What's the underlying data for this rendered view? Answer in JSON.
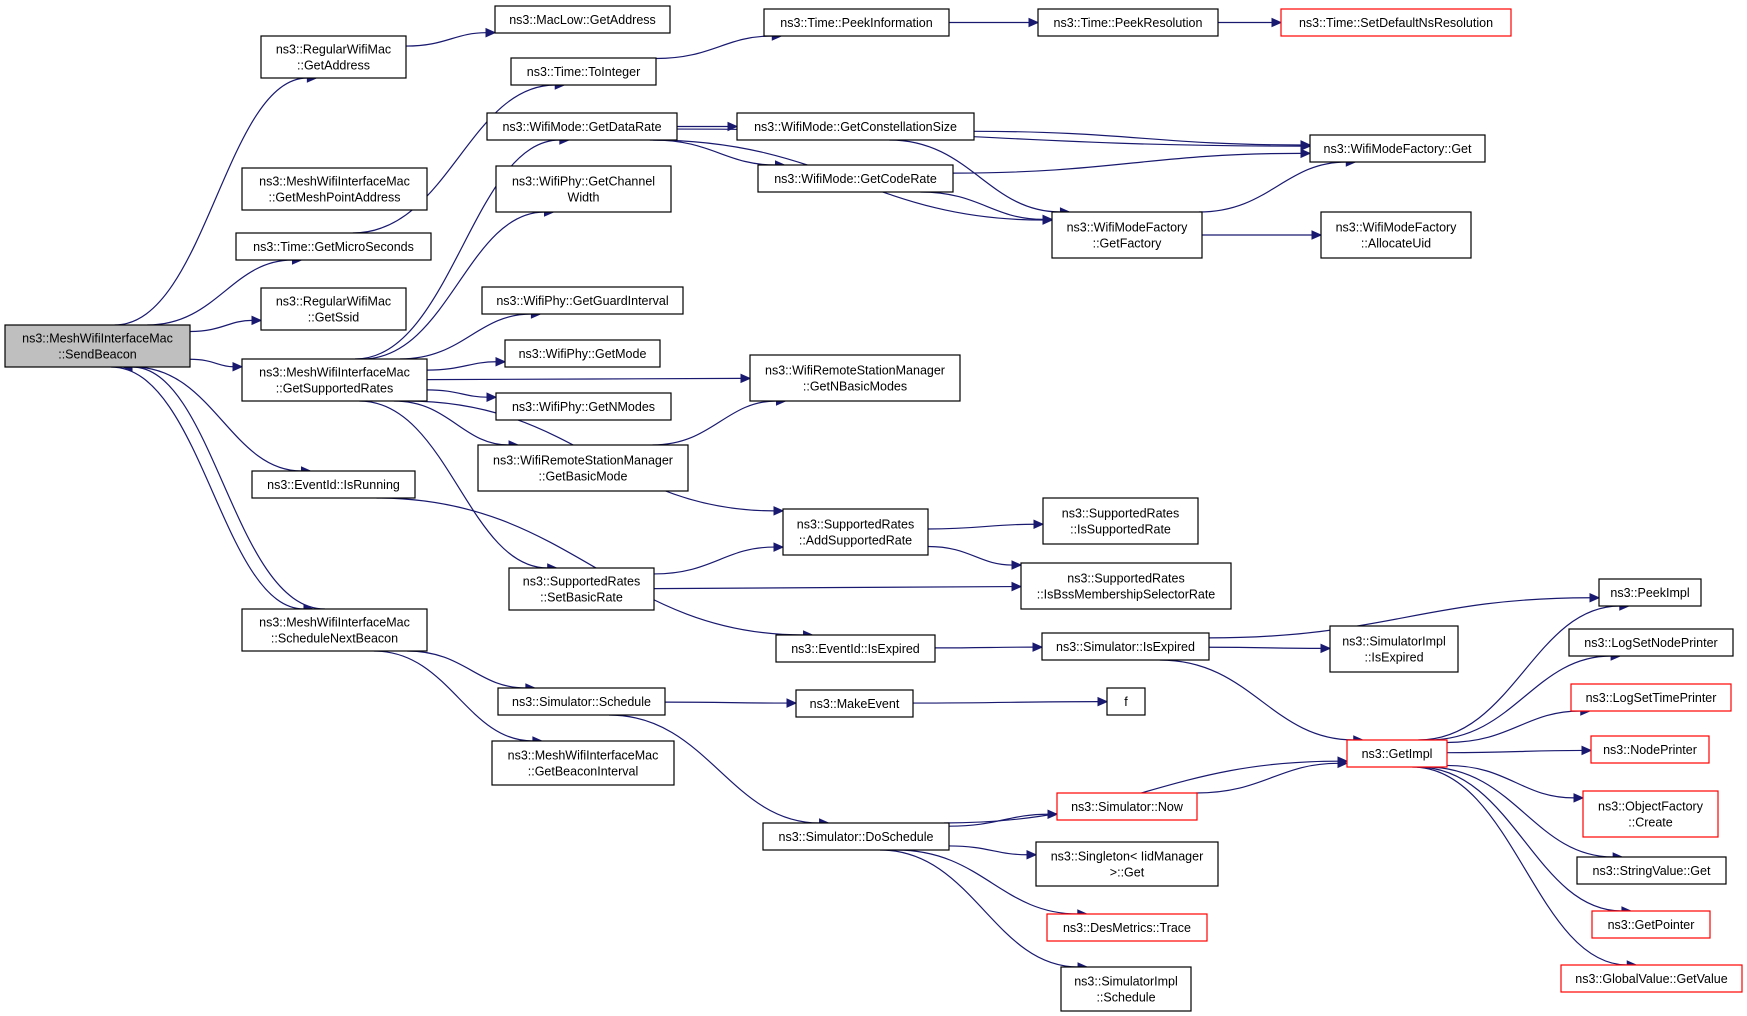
{
  "nodes": [
    {
      "id": "send_beacon",
      "lines": [
        "ns3::MeshWifiInterfaceMac",
        "::SendBeacon"
      ],
      "root": true
    },
    {
      "id": "rwm_getaddress",
      "lines": [
        "ns3::RegularWifiMac",
        "::GetAddress"
      ]
    },
    {
      "id": "maclow_getaddress",
      "lines": [
        "ns3::MacLow::GetAddress"
      ]
    },
    {
      "id": "mesh_getmeshpoint",
      "lines": [
        "ns3::MeshWifiInterfaceMac",
        "::GetMeshPointAddress"
      ]
    },
    {
      "id": "time_getmicro",
      "lines": [
        "ns3::Time::GetMicroSeconds"
      ]
    },
    {
      "id": "time_tointeger",
      "lines": [
        "ns3::Time::ToInteger"
      ]
    },
    {
      "id": "time_peekinfo",
      "lines": [
        "ns3::Time::PeekInformation"
      ]
    },
    {
      "id": "time_peekres",
      "lines": [
        "ns3::Time::PeekResolution"
      ]
    },
    {
      "id": "time_setdefault",
      "lines": [
        "ns3::Time::SetDefaultNsResolution"
      ],
      "truncated": true
    },
    {
      "id": "rwm_getssid",
      "lines": [
        "ns3::RegularWifiMac",
        "::GetSsid"
      ]
    },
    {
      "id": "mesh_getsupported",
      "lines": [
        "ns3::MeshWifiInterfaceMac",
        "::GetSupportedRates"
      ]
    },
    {
      "id": "wifimode_getdatarate",
      "lines": [
        "ns3::WifiMode::GetDataRate"
      ]
    },
    {
      "id": "wifimode_getconst",
      "lines": [
        "ns3::WifiMode::GetConstellationSize"
      ]
    },
    {
      "id": "wifimodefactory_get",
      "lines": [
        "ns3::WifiModeFactory::Get"
      ]
    },
    {
      "id": "wifimode_getcoderate",
      "lines": [
        "ns3::WifiMode::GetCodeRate"
      ]
    },
    {
      "id": "wifimodefactory_getfactory",
      "lines": [
        "ns3::WifiModeFactory",
        "::GetFactory"
      ]
    },
    {
      "id": "wifimodefactory_allocuid",
      "lines": [
        "ns3::WifiModeFactory",
        "::AllocateUid"
      ]
    },
    {
      "id": "wifiphy_getchannelwidth",
      "lines": [
        "ns3::WifiPhy::GetChannel",
        "Width"
      ]
    },
    {
      "id": "wifiphy_getguard",
      "lines": [
        "ns3::WifiPhy::GetGuardInterval"
      ]
    },
    {
      "id": "wifiphy_getmode",
      "lines": [
        "ns3::WifiPhy::GetMode"
      ]
    },
    {
      "id": "wifiphy_getnmodes",
      "lines": [
        "ns3::WifiPhy::GetNModes"
      ]
    },
    {
      "id": "wrsm_getnbasic",
      "lines": [
        "ns3::WifiRemoteStationManager",
        "::GetNBasicModes"
      ]
    },
    {
      "id": "wrsm_getbasicmode",
      "lines": [
        "ns3::WifiRemoteStationManager",
        "::GetBasicMode"
      ]
    },
    {
      "id": "eventid_isrunning",
      "lines": [
        "ns3::EventId::IsRunning"
      ]
    },
    {
      "id": "sr_addsupported",
      "lines": [
        "ns3::SupportedRates",
        "::AddSupportedRate"
      ]
    },
    {
      "id": "sr_issupported",
      "lines": [
        "ns3::SupportedRates",
        "::IsSupportedRate"
      ]
    },
    {
      "id": "sr_setbasic",
      "lines": [
        "ns3::SupportedRates",
        "::SetBasicRate"
      ]
    },
    {
      "id": "sr_isbss",
      "lines": [
        "ns3::SupportedRates",
        "::IsBssMembershipSelectorRate"
      ]
    },
    {
      "id": "mesh_schedulenext",
      "lines": [
        "ns3::MeshWifiInterfaceMac",
        "::ScheduleNextBeacon"
      ]
    },
    {
      "id": "eventid_isexpired",
      "lines": [
        "ns3::EventId::IsExpired"
      ]
    },
    {
      "id": "sim_isexpired",
      "lines": [
        "ns3::Simulator::IsExpired"
      ]
    },
    {
      "id": "simimpl_isexpired",
      "lines": [
        "ns3::SimulatorImpl",
        "::IsExpired"
      ]
    },
    {
      "id": "peekimpl",
      "lines": [
        "ns3::PeekImpl"
      ]
    },
    {
      "id": "logsetnodeprinter",
      "lines": [
        "ns3::LogSetNodePrinter"
      ]
    },
    {
      "id": "logsettimeprinter",
      "lines": [
        "ns3::LogSetTimePrinter"
      ],
      "truncated": true
    },
    {
      "id": "sim_schedule",
      "lines": [
        "ns3::Simulator::Schedule"
      ]
    },
    {
      "id": "makeevent",
      "lines": [
        "ns3::MakeEvent"
      ]
    },
    {
      "id": "f",
      "lines": [
        "f"
      ]
    },
    {
      "id": "getimpl",
      "lines": [
        "ns3::GetImpl"
      ],
      "truncated": true
    },
    {
      "id": "nodeprinter",
      "lines": [
        "ns3::NodePrinter"
      ],
      "truncated": true
    },
    {
      "id": "mesh_getbeaconinterval",
      "lines": [
        "ns3::MeshWifiInterfaceMac",
        "::GetBeaconInterval"
      ]
    },
    {
      "id": "objectfactory_create",
      "lines": [
        "ns3::ObjectFactory",
        "::Create"
      ],
      "truncated": true
    },
    {
      "id": "sim_now",
      "lines": [
        "ns3::Simulator::Now"
      ],
      "truncated": true
    },
    {
      "id": "sim_doschedule",
      "lines": [
        "ns3::Simulator::DoSchedule"
      ]
    },
    {
      "id": "singleton_get",
      "lines": [
        "ns3::Singleton< IidManager",
        ">::Get"
      ]
    },
    {
      "id": "stringvalue_get",
      "lines": [
        "ns3::StringValue::Get"
      ]
    },
    {
      "id": "desmetrics_trace",
      "lines": [
        "ns3::DesMetrics::Trace"
      ],
      "truncated": true
    },
    {
      "id": "getpointer",
      "lines": [
        "ns3::GetPointer"
      ],
      "truncated": true
    },
    {
      "id": "simimpl_schedule",
      "lines": [
        "ns3::SimulatorImpl",
        "::Schedule"
      ]
    },
    {
      "id": "globalvalue_getvalue",
      "lines": [
        "ns3::GlobalValue::GetValue"
      ],
      "truncated": true
    }
  ],
  "edges": [
    [
      "send_beacon",
      "rwm_getaddress"
    ],
    [
      "rwm_getaddress",
      "maclow_getaddress"
    ],
    [
      "send_beacon",
      "time_getmicro"
    ],
    [
      "time_getmicro",
      "time_tointeger"
    ],
    [
      "time_tointeger",
      "time_peekinfo"
    ],
    [
      "time_peekinfo",
      "time_peekres"
    ],
    [
      "time_peekres",
      "time_setdefault"
    ],
    [
      "send_beacon",
      "rwm_getssid"
    ],
    [
      "send_beacon",
      "mesh_getsupported"
    ],
    [
      "mesh_getsupported",
      "wifimode_getdatarate"
    ],
    [
      "wifimode_getdatarate",
      "wifimode_getconst"
    ],
    [
      "wifimode_getdatarate",
      "wifimodefactory_get"
    ],
    [
      "wifimode_getdatarate",
      "wifimode_getcoderate"
    ],
    [
      "wifimode_getdatarate",
      "wifimodefactory_getfactory"
    ],
    [
      "wifimode_getconst",
      "wifimodefactory_get"
    ],
    [
      "wifimode_getconst",
      "wifimodefactory_getfactory"
    ],
    [
      "wifimode_getcoderate",
      "wifimodefactory_get"
    ],
    [
      "wifimode_getcoderate",
      "wifimodefactory_getfactory"
    ],
    [
      "wifimodefactory_getfactory",
      "wifimodefactory_get"
    ],
    [
      "wifimodefactory_getfactory",
      "wifimodefactory_allocuid"
    ],
    [
      "mesh_getsupported",
      "wifiphy_getchannelwidth"
    ],
    [
      "mesh_getsupported",
      "wifiphy_getguard"
    ],
    [
      "mesh_getsupported",
      "wifiphy_getmode"
    ],
    [
      "mesh_getsupported",
      "wifiphy_getnmodes"
    ],
    [
      "mesh_getsupported",
      "wrsm_getnbasic"
    ],
    [
      "mesh_getsupported",
      "wrsm_getbasicmode"
    ],
    [
      "wrsm_getbasicmode",
      "wrsm_getnbasic"
    ],
    [
      "mesh_getsupported",
      "sr_addsupported"
    ],
    [
      "mesh_getsupported",
      "sr_setbasic"
    ],
    [
      "sr_addsupported",
      "sr_issupported"
    ],
    [
      "sr_addsupported",
      "sr_isbss"
    ],
    [
      "sr_setbasic",
      "sr_addsupported"
    ],
    [
      "sr_setbasic",
      "sr_isbss"
    ],
    [
      "send_beacon",
      "eventid_isrunning"
    ],
    [
      "eventid_isrunning",
      "eventid_isexpired"
    ],
    [
      "eventid_isexpired",
      "sim_isexpired"
    ],
    [
      "sim_isexpired",
      "simimpl_isexpired"
    ],
    [
      "sim_isexpired",
      "peekimpl"
    ],
    [
      "sim_isexpired",
      "getimpl"
    ],
    [
      "send_beacon",
      "mesh_schedulenext"
    ],
    [
      "mesh_schedulenext",
      "send_beacon"
    ],
    [
      "mesh_schedulenext",
      "sim_schedule"
    ],
    [
      "mesh_schedulenext",
      "mesh_getbeaconinterval"
    ],
    [
      "sim_schedule",
      "makeevent"
    ],
    [
      "makeevent",
      "f"
    ],
    [
      "sim_schedule",
      "sim_doschedule"
    ],
    [
      "sim_doschedule",
      "getimpl"
    ],
    [
      "sim_doschedule",
      "sim_now"
    ],
    [
      "sim_now",
      "getimpl"
    ],
    [
      "sim_doschedule",
      "singleton_get"
    ],
    [
      "sim_doschedule",
      "desmetrics_trace"
    ],
    [
      "sim_doschedule",
      "simimpl_schedule"
    ],
    [
      "getimpl",
      "peekimpl"
    ],
    [
      "getimpl",
      "logsetnodeprinter"
    ],
    [
      "getimpl",
      "logsettimeprinter"
    ],
    [
      "getimpl",
      "nodeprinter"
    ],
    [
      "getimpl",
      "objectfactory_create"
    ],
    [
      "getimpl",
      "stringvalue_get"
    ],
    [
      "getimpl",
      "getpointer"
    ],
    [
      "getimpl",
      "globalvalue_getvalue"
    ]
  ],
  "colors": {
    "edge": "#191970",
    "truncated_border": "#ff0000",
    "root_fill": "#bfbfbf"
  }
}
